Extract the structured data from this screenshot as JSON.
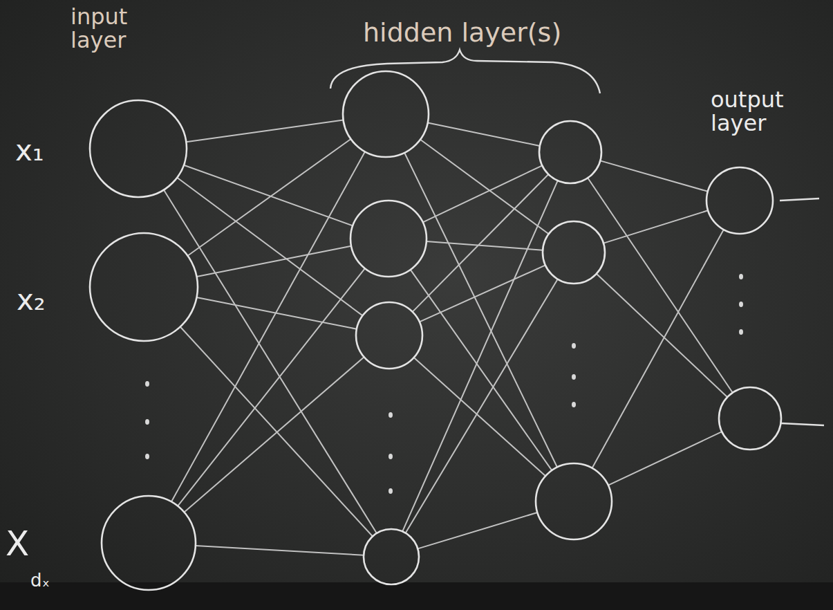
{
  "diagram": {
    "labels": [
      "input layer",
      "hidden layer(s)",
      "output layer",
      "x₁",
      "x₂",
      "X",
      "dₓ"
    ]
  }
}
